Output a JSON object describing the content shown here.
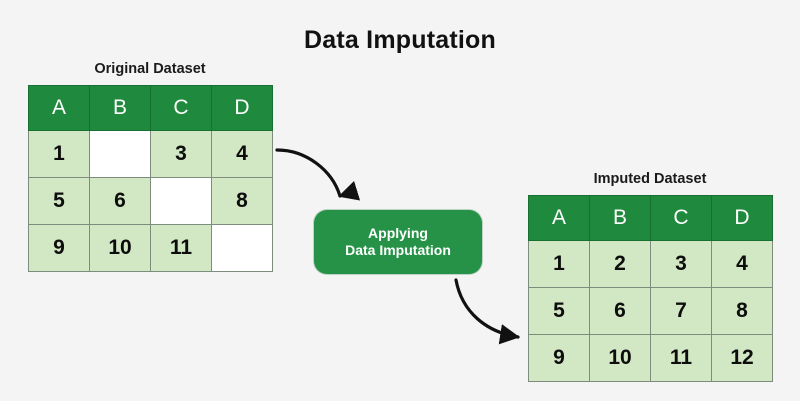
{
  "page": {
    "title": "Data Imputation",
    "background_color": "#f4f4f4"
  },
  "colors": {
    "header_green": "#1f8a3d",
    "cell_green": "#d2e8c5",
    "box_green": "#259247",
    "empty_cell": "#ffffff",
    "text_dark": "#0d0d0d",
    "text_light": "#ffffff"
  },
  "original_table": {
    "caption": "Original Dataset",
    "columns": [
      "A",
      "B",
      "C",
      "D"
    ],
    "rows": [
      [
        "1",
        "",
        "3",
        "4"
      ],
      [
        "5",
        "6",
        "",
        "8"
      ],
      [
        "9",
        "10",
        "11",
        ""
      ]
    ]
  },
  "process": {
    "line1": "Applying",
    "line2": "Data Imputation"
  },
  "imputed_table": {
    "caption": "Imputed Dataset",
    "columns": [
      "A",
      "B",
      "C",
      "D"
    ],
    "rows": [
      [
        "1",
        "2",
        "3",
        "4"
      ],
      [
        "5",
        "6",
        "7",
        "8"
      ],
      [
        "9",
        "10",
        "11",
        "12"
      ]
    ]
  },
  "arrows": [
    {
      "name": "arrow-original-to-process"
    },
    {
      "name": "arrow-process-to-imputed"
    }
  ]
}
